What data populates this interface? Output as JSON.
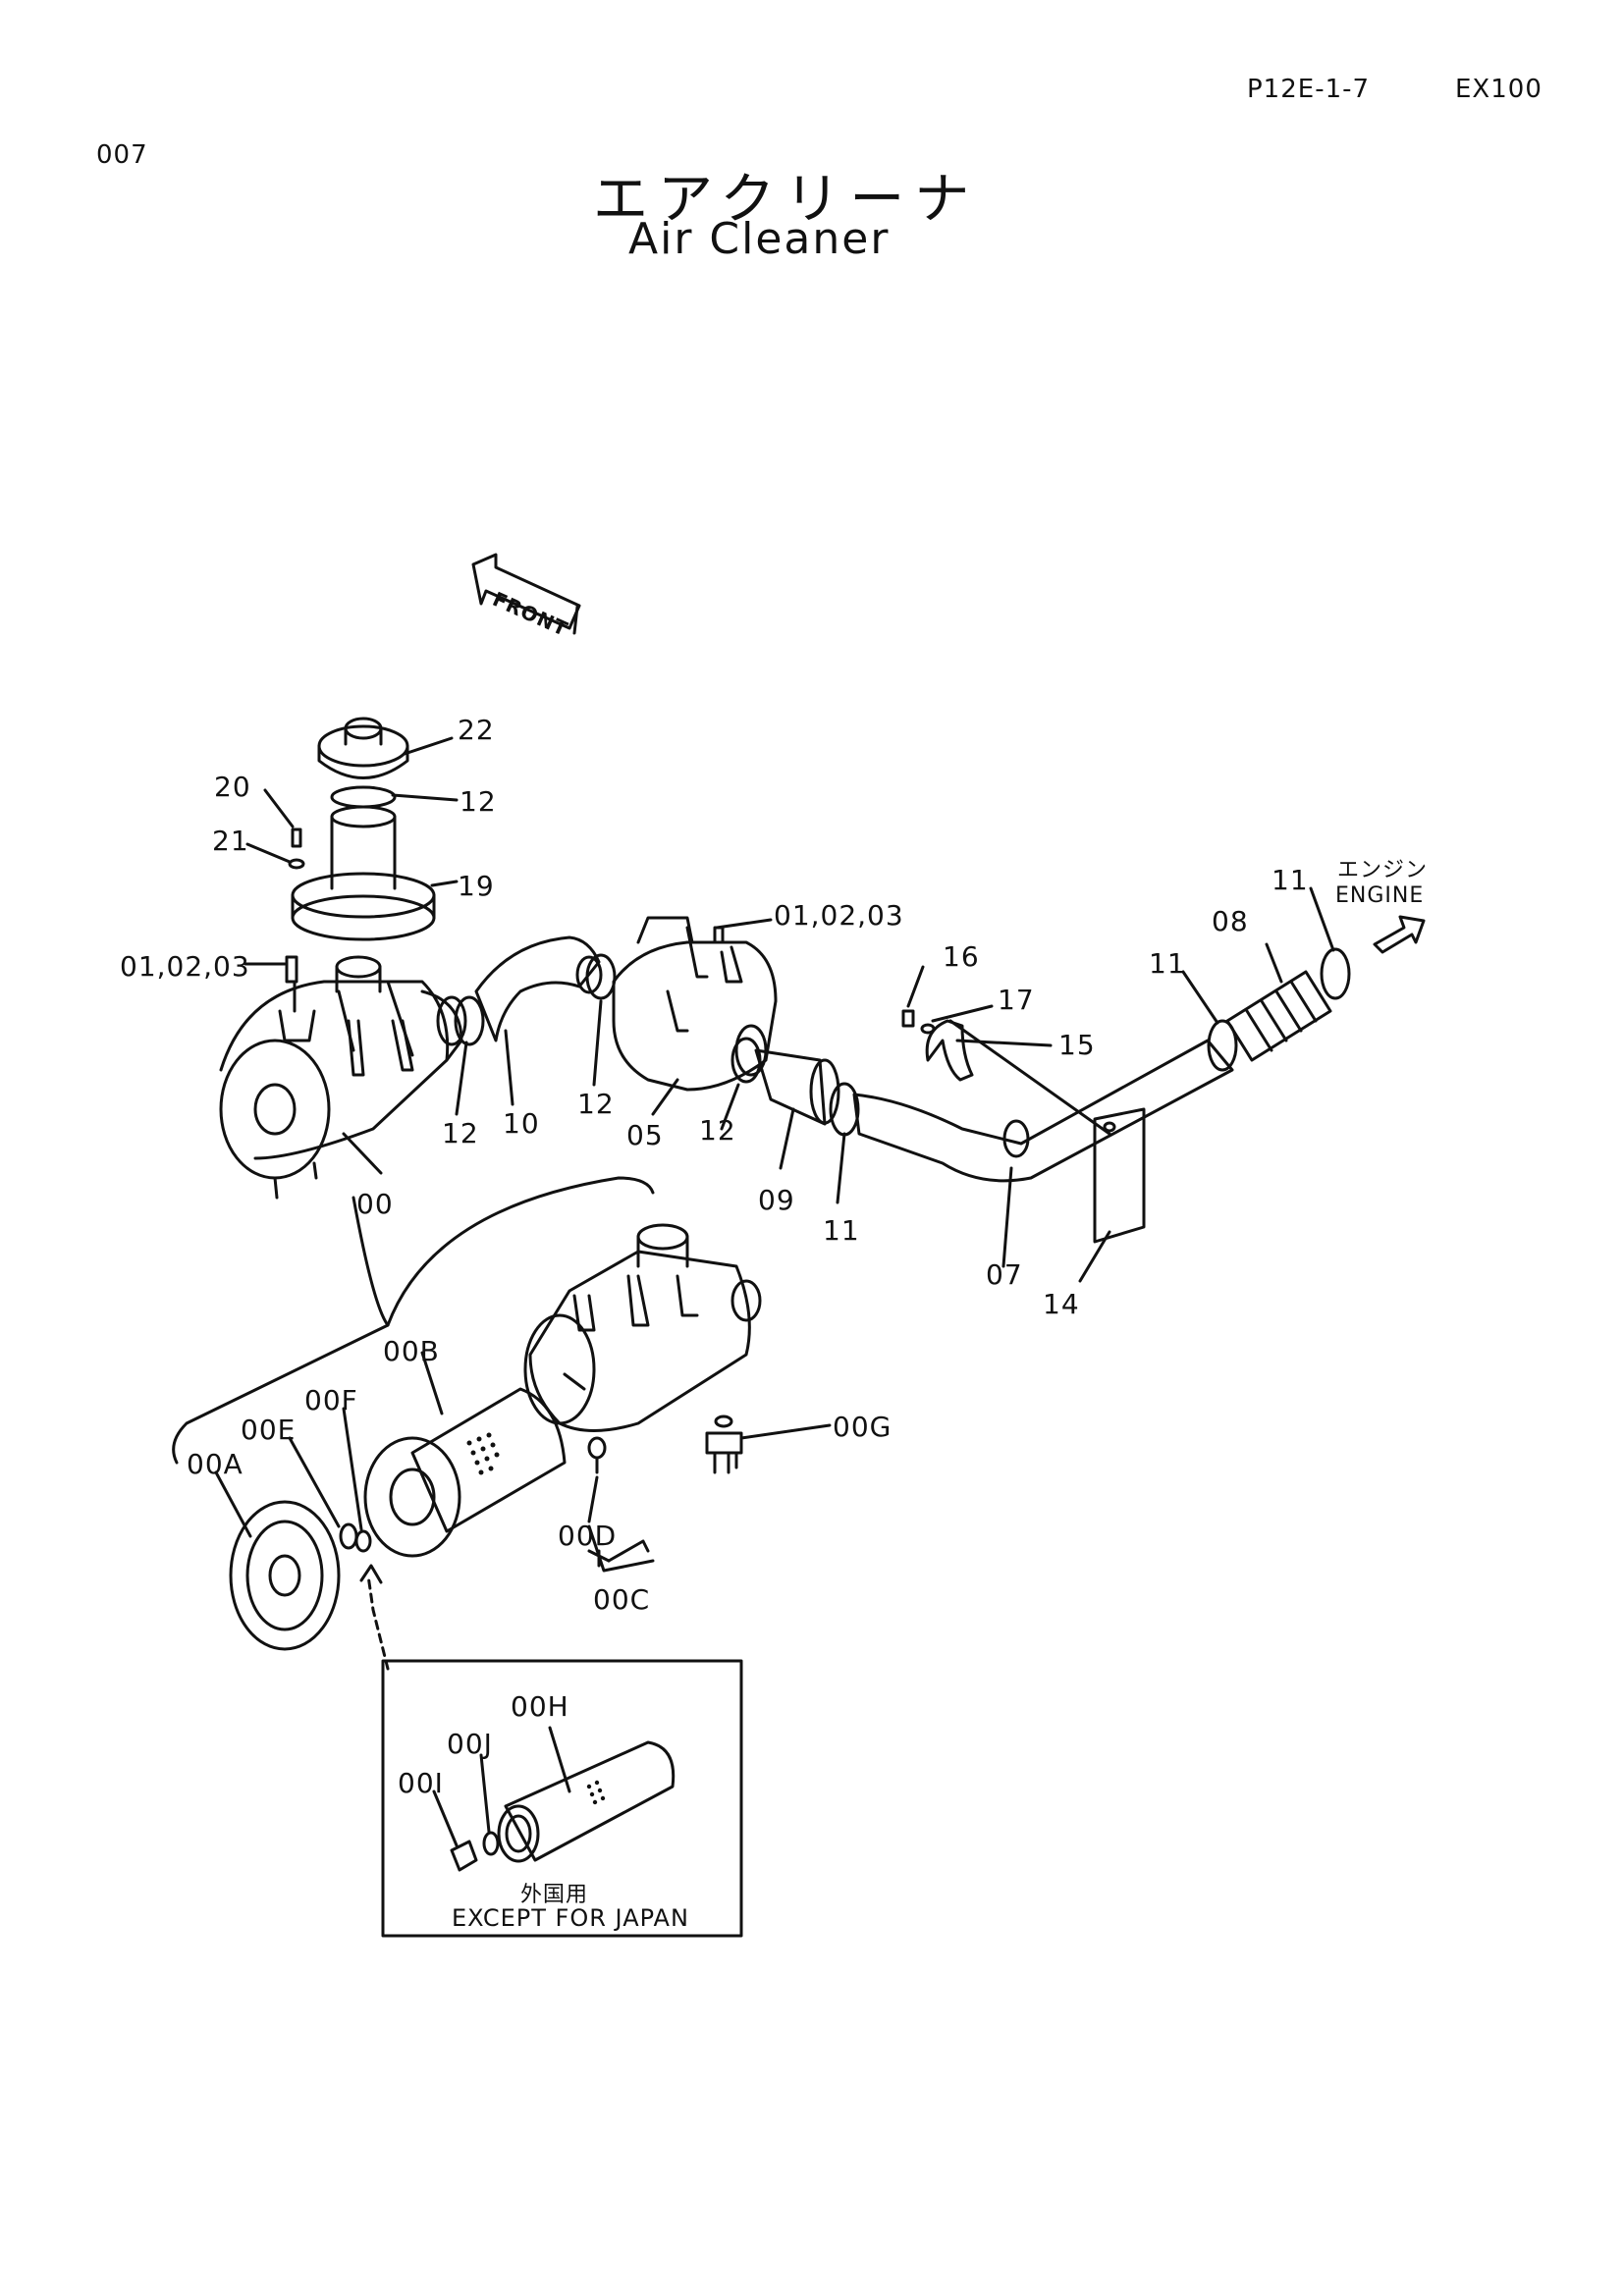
{
  "header": {
    "page_code": "P12E-1-7",
    "model": "EX100",
    "section": "007"
  },
  "title": {
    "japanese": "エアクリーナ",
    "english": "Air Cleaner"
  },
  "arrows": {
    "front": "FRONT",
    "engine_jp": "エンジン",
    "engine_en": "ENGINE"
  },
  "part_labels": {
    "p22": "22",
    "p12_top": "12",
    "p20": "20",
    "p21": "21",
    "p19": "19",
    "p010203_left": "01,02,03",
    "p010203_right": "01,02,03",
    "p12_a": "12",
    "p10": "10",
    "p12_b": "12",
    "p05": "05",
    "p12_c": "12",
    "p09": "09",
    "p11_a": "11",
    "p00": "00",
    "p16": "16",
    "p17": "17",
    "p15": "15",
    "p11_b": "11",
    "p08": "08",
    "p11_c": "11",
    "p07": "07",
    "p14": "14",
    "p00A": "00A",
    "p00B": "00B",
    "p00C": "00C",
    "p00D": "00D",
    "p00E": "00E",
    "p00F": "00F",
    "p00G": "00G",
    "p00H": "00H",
    "p00I": "00I",
    "p00J": "00J"
  },
  "inset": {
    "note_jp": "外国用",
    "note_en": "EXCEPT FOR JAPAN"
  }
}
